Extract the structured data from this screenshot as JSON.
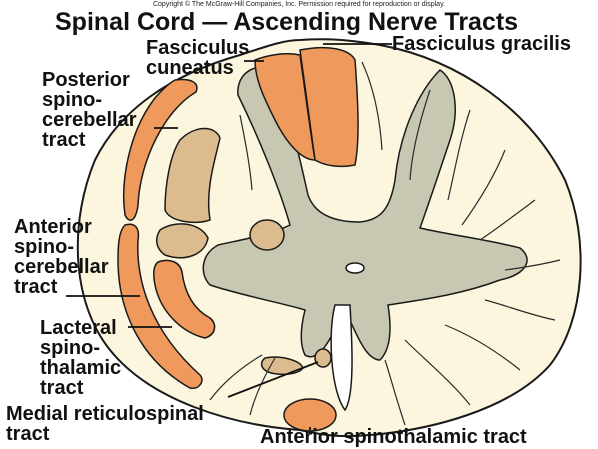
{
  "copyright": "Copyright © The McGraw-Hill Companies, Inc. Permission required for reproduction or display.",
  "title": "Spinal Cord — Ascending Nerve Tracts",
  "labels": {
    "fasciculus_cuneatus": [
      "Fasciculus",
      "cuneatus"
    ],
    "fasciculus_gracilis": "Fasciculus gracilis",
    "posterior_spinocerebellar": [
      "Posterior",
      "spino-",
      "cerebellar",
      "tract"
    ],
    "anterior_spinocerebellar": [
      "Anterior",
      "spino-",
      "cerebellar",
      "tract"
    ],
    "lateral_spinothalamic": [
      "Lacteral",
      "spino-",
      "thalamic",
      "tract"
    ],
    "medial_reticulospinal": [
      "Medial reticulospinal",
      "tract"
    ],
    "anterior_spinothalamic": "Anterior spinothalamic tract"
  },
  "colors": {
    "white_matter": "#fbf6dd",
    "gray_matter": "#c8c7b2",
    "tract_orange": "#ef9a5c",
    "tract_tan": "#dcbc8e",
    "outline": "#1a1a1a"
  }
}
